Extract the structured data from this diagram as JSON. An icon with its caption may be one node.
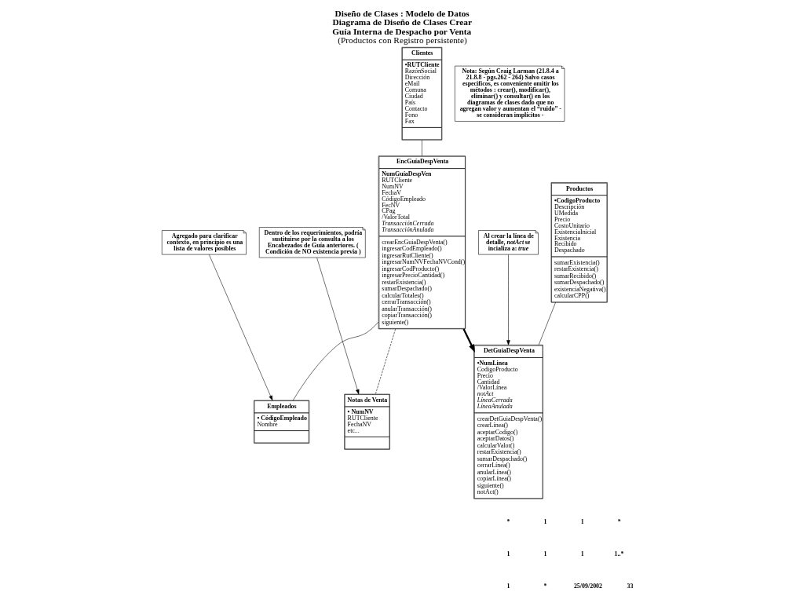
{
  "diagram": {
    "title": "**Diseño de Clases : Modelo de Datos Diagrama de Diseño de Clases Crear Guía Interna de Despacho por Venta** (Productos con Registro persistente)",
    "nodes": [
      {
        "text": [
          "Clientes",
          "•RUTCliente",
          "RazónSocial",
          "Dirección",
          "eMail",
          "Comuna",
          "Ciudad",
          "País",
          "Contacto",
          "Fono",
          "Fax"
        ]
      },
      {
        "text": [
          "EncGuíaDespVenta",
          "NumGuíaDespVen",
          "RUTCliente",
          "NumNV",
          "FechaV",
          "CódigoEmpleado",
          "FecNV",
          "CPag",
          "/ValorTotal",
          "TransacciónCerrada",
          "TransacciónAnulada",
          "crearEncGuiaDespVenta()",
          "ingresarCodEmpleado()",
          "ingresarRutCliente()",
          "ingresarNumNVFechaNVCond()",
          "ingresarCodProducto()",
          "ingresarPrecioCantidad()",
          "restarExistencia()",
          "sumarDespachado()",
          "calcularTotales()",
          "cerrarTransacción()",
          "anularTransacción()",
          "copiarTransacción()",
          "siguiente()"
        ]
      },
      {
        "text": [
          "Empleados",
          "• CódigoEmpleado",
          "Nombre"
        ]
      },
      {
        "text": [
          "Dentro de los requerimientos, podría sustituirse por la consulta a los Encabezados de Guía anteriores. ( Condición de NO existencia previa )"
        ]
      },
      {
        "text": [
          "Agregado para clarificar contexto, en principio es una lista de valores posibles"
        ]
      },
      {
        "text": [
          "Notas de Venta",
          "• NumNV",
          "RUTCliente",
          "FechaNV",
          "etc..."
        ]
      },
      {
        "text": [
          "Productos",
          "•CodigoProducto",
          "Descripción",
          "UMedida",
          "Precio",
          "CostoUnitario",
          "ExistenciaInicial",
          "Existencia",
          "Recibido",
          "Despachado",
          "sumarExistencia()",
          "restarExistencia()",
          "sumarRecibido()",
          "sumarDespachado()",
          "existenciaNegativa()",
          "calcularCPP()"
        ]
      },
      {
        "text": [
          "DetGuíaDespVenta",
          "•NumLinea",
          "CodigoProducto",
          "Precio",
          "Cantidad",
          "/ValorLínea",
          "notAct",
          "LíneaCerrada",
          "LíneaAnulada",
          "crearDetGuiaDespVenta()",
          "crearLínea()",
          "aceptarCodigo()",
          "aceptarDatos()",
          "calcularValor()",
          "restarExistencia()",
          "sumarDespachado()",
          "cerrarLínea()",
          "anularLínea()",
          "copiarLínea()",
          "siguiente()",
          "notAct()"
        ]
      },
      {
        "text": [
          "Al crear la línea de detalle, *notAct* se incializa a: *true*"
        ]
      },
      {
        "text": [
          "Nota: Según Craig Larman (21.8.4 a 21.8.8 - pgs.262 - 264) Salvo casos especificos, es conveniente omitir los métodos : crear(), modificar(), eliminar() y consultar() en los diagramas de clases dado que no agregan valor y aumentan el “ruido” - se consideran implícitos -"
        ]
      }
    ],
    "edges": [
      {
        "from": 0,
        "to": 1,
        "arrow": "none"
      },
      {
        "from": 1,
        "to": 5,
        "arrow": "none",
        "style": "dashed"
      },
      {
        "from": 1,
        "to": 2,
        "arrow": "none"
      },
      {
        "from": 1,
        "to": 7,
        "arrow": "to",
        "style": "thick"
      },
      {
        "from": 6,
        "to": 7,
        "arrow": "none"
      },
      {
        "from": 3,
        "to": 5,
        "arrow": "to"
      },
      {
        "from": 4,
        "to": 2,
        "arrow": "to"
      },
      {
        "from": 8,
        "to": 7,
        "arrow": "to"
      }
    ],
    "labels": [
      "*",
      "1",
      "1",
      "*",
      "1",
      "1",
      "1",
      "1..*",
      "1",
      "*",
      "25/09/2002",
      "33"
    ]
  }
}
